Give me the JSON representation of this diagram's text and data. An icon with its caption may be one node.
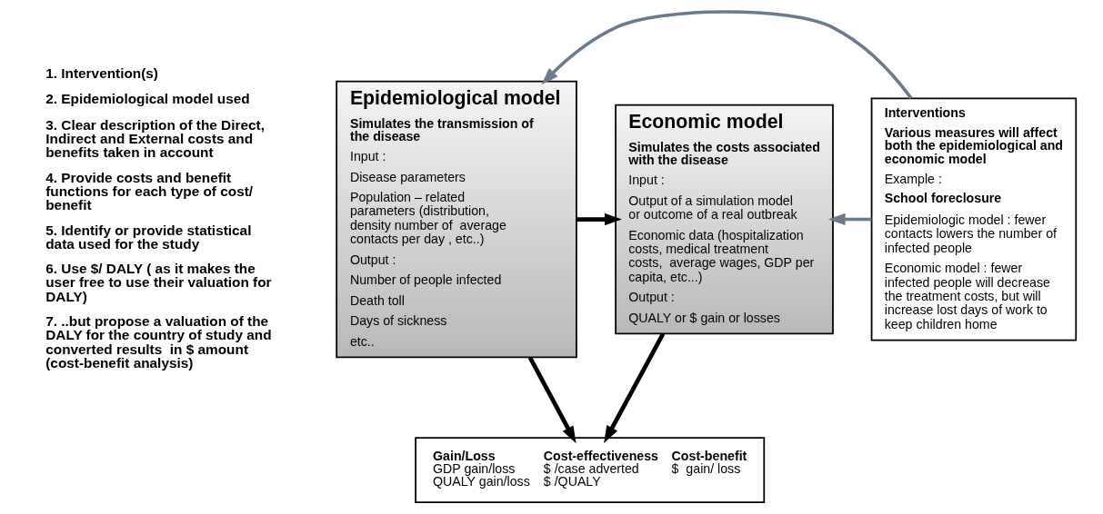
{
  "diagram": {
    "nodes": [
      {
        "text": [
          "Epidemiological model",
          "Simulates the transmission of the disease",
          "Input :",
          "Disease parameters",
          "Population – related parameters (distribution, density number of  average contacts per day , etc..)",
          "Output :",
          "Number of people infected",
          "Death toll",
          "Days of sickness",
          "etc.."
        ]
      },
      {
        "text": [
          "Economic model",
          "Simulates the costs associated with the disease",
          "Input :",
          "Output of a simulation model or outcome of a real outbreak",
          "Economic data (hospitalization costs, medical treatment costs,  average wages, GDP per capita, etc...)",
          "Output :",
          "QUALY or $ gain or losses"
        ]
      },
      {
        "text": [
          "Interventions",
          "Various measures will affect both the epidemiological and economic model",
          "Example :",
          "School foreclosure",
          "Epidemiologic model : fewer contacts lowers the number of infected people",
          "Economic model : fewer infected people will decrease the treatment costs, but will increase lost days of work to keep children home"
        ]
      },
      {
        "text": [
          "Gain/Loss",
          "GDP gain/loss",
          "QUALY gain/loss",
          "Cost-effectiveness",
          "$ /case adverted",
          "$ /QUALY",
          "Cost-benefit",
          "$  gain/ loss"
        ]
      }
    ],
    "edges": [
      {
        "from": 2,
        "to": 0,
        "arrow": "to",
        "color": "#6b7b8c"
      },
      {
        "from": 2,
        "to": 1,
        "arrow": "to",
        "color": "#6b7b8c"
      },
      {
        "from": 0,
        "to": 1,
        "arrow": "to"
      },
      {
        "from": 0,
        "to": 3,
        "arrow": "to"
      },
      {
        "from": 1,
        "to": 3,
        "arrow": "to"
      }
    ],
    "labels": [
      "1. Intervention(s)",
      "2. Epidemiological model used",
      "3. Clear description of the Direct, Indirect and External costs and benefits taken in account",
      "4. Provide costs and benefit functions for each type of cost/ benefit",
      "5. Identify or provide statistical data used for the study",
      "6. Use $/ DALY ( as it makes the user free to use their valuation for DALY)",
      "7. ..but propose a valuation of the DALY for the country of study and converted results  in $ amount (cost-benefit analysis)"
    ]
  }
}
